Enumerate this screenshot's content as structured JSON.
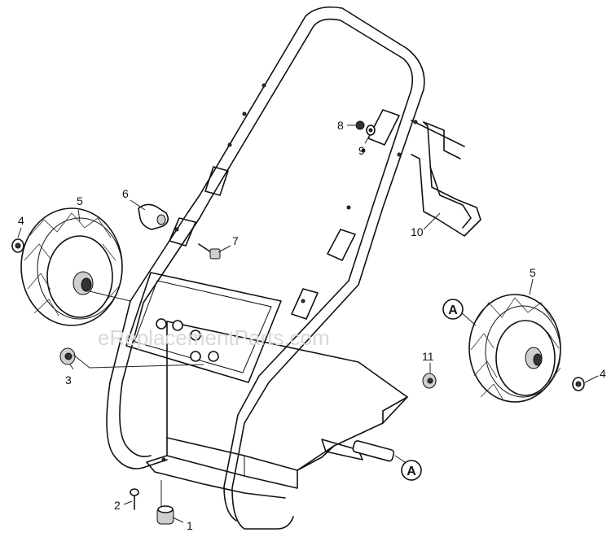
{
  "watermark": "eReplacementParts.com",
  "callout_letter": "A",
  "labels": {
    "p1": "1",
    "p2": "2",
    "p3": "3",
    "p4_left": "4",
    "p4_right": "4",
    "p5_left": "5",
    "p5_right": "5",
    "p6": "6",
    "p7": "7",
    "p8": "8",
    "p9": "9",
    "p10": "10",
    "p11": "11"
  }
}
